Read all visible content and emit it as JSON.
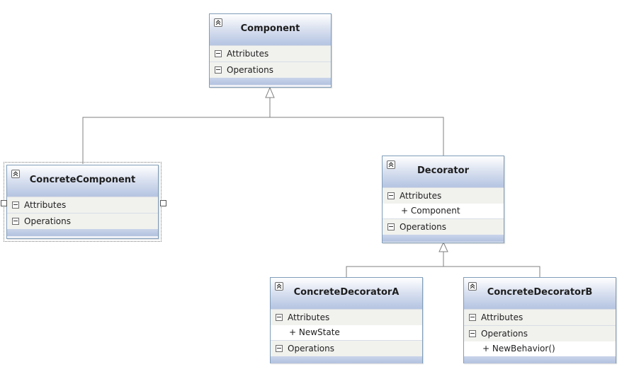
{
  "diagram": {
    "classes": {
      "component": {
        "name": "Component",
        "attributes_label": "Attributes",
        "operations_label": "Operations"
      },
      "concrete_component": {
        "name": "ConcreteComponent",
        "attributes_label": "Attributes",
        "operations_label": "Operations"
      },
      "decorator": {
        "name": "Decorator",
        "attributes_label": "Attributes",
        "attributes": [
          "+ Component"
        ],
        "operations_label": "Operations"
      },
      "concrete_decorator_a": {
        "name": "ConcreteDecoratorA",
        "attributes_label": "Attributes",
        "attributes": [
          "+ NewState"
        ],
        "operations_label": "Operations"
      },
      "concrete_decorator_b": {
        "name": "ConcreteDecoratorB",
        "attributes_label": "Attributes",
        "operations_label": "Operations",
        "operations": [
          "+ NewBehavior()"
        ]
      }
    },
    "relations": [
      {
        "type": "generalization",
        "from": "ConcreteComponent",
        "to": "Component"
      },
      {
        "type": "generalization",
        "from": "Decorator",
        "to": "Component"
      },
      {
        "type": "generalization",
        "from": "ConcreteDecoratorA",
        "to": "Decorator"
      },
      {
        "type": "generalization",
        "from": "ConcreteDecoratorB",
        "to": "Decorator"
      }
    ],
    "colors": {
      "border": "#7f9db9",
      "header_gradient_top": "#ffffff",
      "header_gradient_bottom": "#b6c5e2",
      "compartment_background": "#f1f2ee",
      "connector": "#808080"
    }
  }
}
